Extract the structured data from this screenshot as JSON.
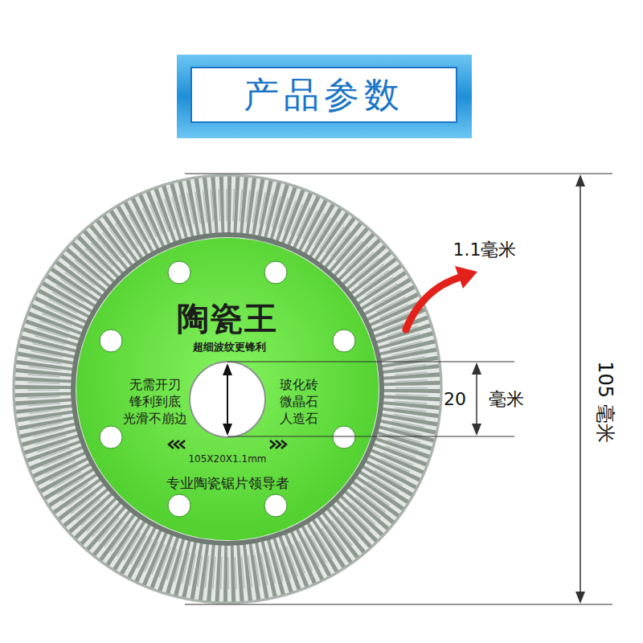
{
  "diagram": {
    "title": "产品参数",
    "labels": [
      "陶瓷王",
      "超细波纹更锋利",
      "无需开刃",
      "锋利到底",
      "光滑不崩边",
      "玻化砖",
      "微晶石",
      "人造石",
      "105X20X1.1mm",
      "专业陶瓷锯片领导者",
      "1.1毫米",
      "20",
      "毫米",
      "105 毫米"
    ]
  }
}
